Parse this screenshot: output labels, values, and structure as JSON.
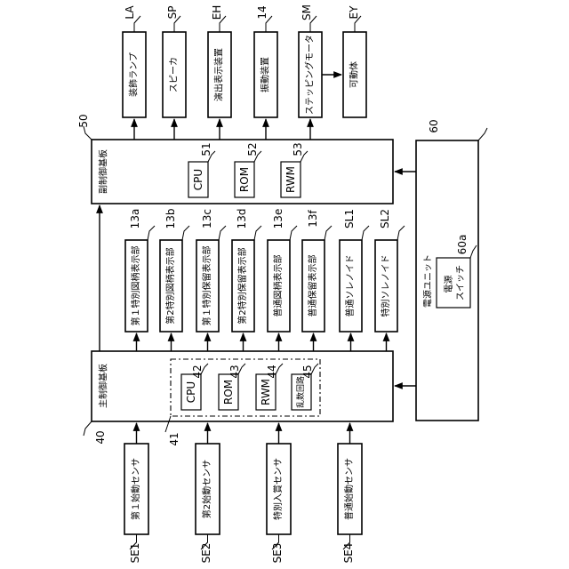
{
  "top_outputs": [
    {
      "label": "装飾ランプ",
      "ref": "LA"
    },
    {
      "label": "スピーカ",
      "ref": "SP"
    },
    {
      "label": "演出表示装置",
      "ref": "EH"
    },
    {
      "label": "振動装置",
      "ref": "14"
    },
    {
      "label": "ステッピングモータ",
      "ref": "SM"
    },
    {
      "label": "可動体",
      "ref": "EY"
    }
  ],
  "sub_board": {
    "title": "副制御基板",
    "ref": "50",
    "chips": [
      {
        "label": "CPU",
        "ref": "51"
      },
      {
        "label": "ROM",
        "ref": "52"
      },
      {
        "label": "RWM",
        "ref": "53"
      }
    ]
  },
  "middle_devices": [
    {
      "label": "第１特別図柄表示部",
      "ref": "13a"
    },
    {
      "label": "第2特別図柄表示部",
      "ref": "13b"
    },
    {
      "label": "第１特別保留表示部",
      "ref": "13c"
    },
    {
      "label": "第2特別保留表示部",
      "ref": "13d"
    },
    {
      "label": "普通図柄表示部",
      "ref": "13e"
    },
    {
      "label": "普通保留表示部",
      "ref": "13f"
    },
    {
      "label": "普通ソレノイド",
      "ref": "SL1"
    },
    {
      "label": "特別ソレノイド",
      "ref": "SL2"
    }
  ],
  "main_board": {
    "title": "主制御基板",
    "ref": "40",
    "group_ref": "41",
    "chips": [
      {
        "label": "CPU",
        "ref": "42"
      },
      {
        "label": "ROM",
        "ref": "43"
      },
      {
        "label": "RWM",
        "ref": "44"
      },
      {
        "label": "乱数回路",
        "ref": "45"
      }
    ]
  },
  "sensors": [
    {
      "label": "第１始動センサ",
      "ref": "SE1"
    },
    {
      "label": "第2始動センサ",
      "ref": "SE2"
    },
    {
      "label": "特別入賞センサ",
      "ref": "SE3"
    },
    {
      "label": "普通始動センサ",
      "ref": "SE4"
    }
  ],
  "power_unit": {
    "title": "電源ユニット",
    "ref": "60",
    "switch_label": "電源\nスイッチ",
    "switch_ref": "60a"
  }
}
